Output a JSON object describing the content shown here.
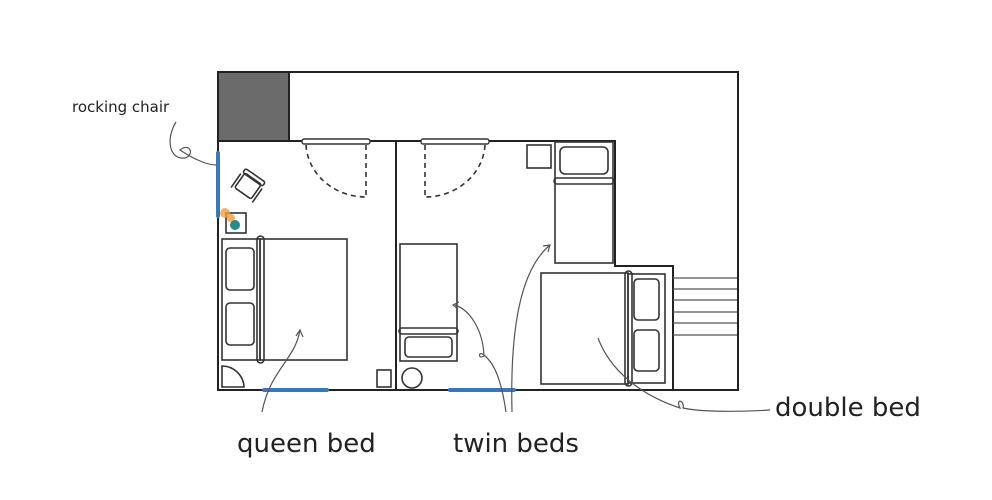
{
  "labels": {
    "rocking_chair": "rocking chair",
    "queen_bed": "queen bed",
    "twin_beds": "twin beds",
    "double_bed": "double bed"
  },
  "colors": {
    "wall": "#222222",
    "window": "#3a78b5",
    "closet": "#6b6b6b",
    "accent": "#f0a040"
  }
}
